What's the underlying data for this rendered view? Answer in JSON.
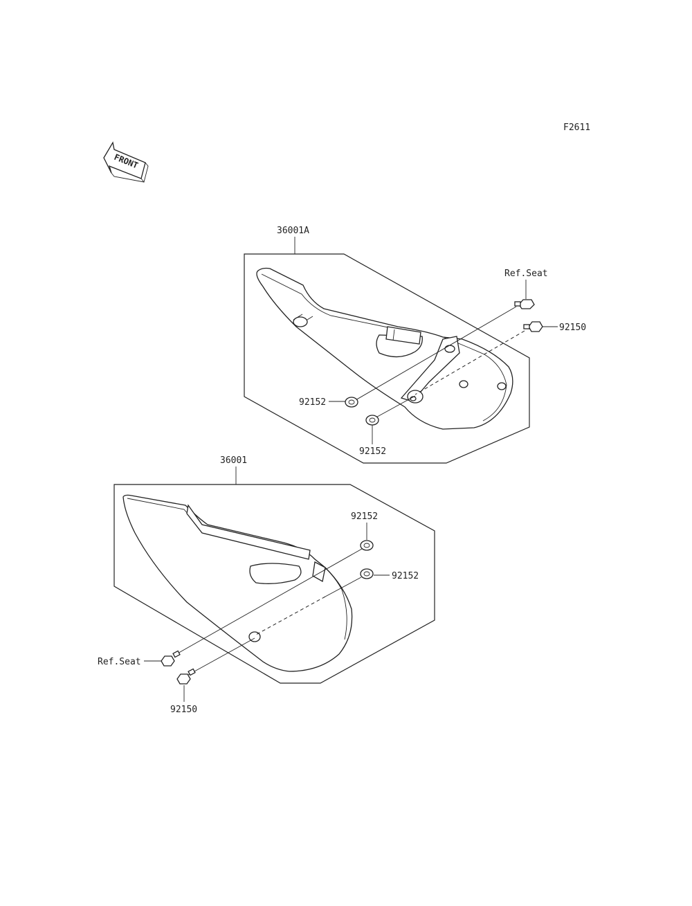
{
  "figure_code": "F2611",
  "front_label": "FRONT",
  "upper_group": {
    "part_number": "36001A",
    "ref_label": "Ref.Seat",
    "bolt_label": "92150",
    "collar_left_label": "92152",
    "collar_bottom_label": "92152"
  },
  "lower_group": {
    "part_number": "36001",
    "collar_top_label": "92152",
    "collar_right_label": "92152",
    "ref_label": "Ref.Seat",
    "bolt_label": "92150"
  }
}
